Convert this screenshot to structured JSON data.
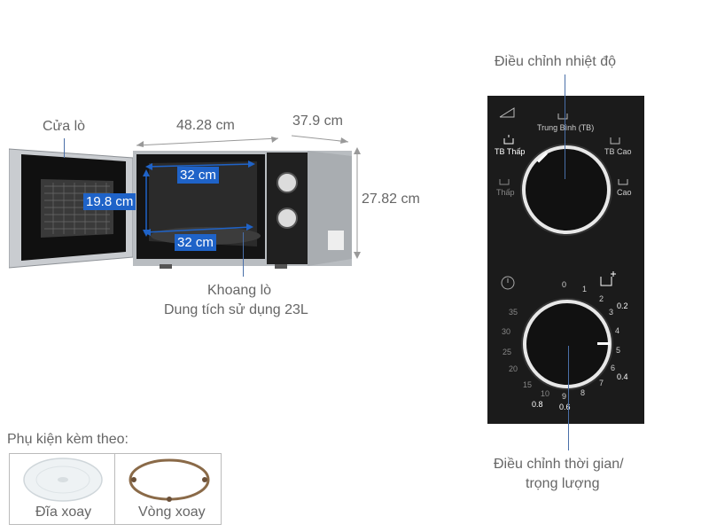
{
  "product": {
    "door_label": "Cửa lò",
    "width": "48.28 cm",
    "depth": "37.9 cm",
    "height": "27.82 cm",
    "cavity_width_top": "32 cm",
    "cavity_height": "19.8 cm",
    "cavity_width_bottom": "32 cm",
    "cavity_label": "Khoang lò",
    "capacity_label": "Dung tích sử dụng 23L"
  },
  "accessories": {
    "heading": "Phụ kiện kèm theo:",
    "items": [
      "Đĩa xoay",
      "Vòng xoay"
    ]
  },
  "panel": {
    "power_label": "Điều chỉnh nhiệt độ",
    "timer_label_line1": "Điều chỉnh thời gian/",
    "timer_label_line2": "trọng lượng",
    "power_levels": {
      "medium": "Trung Bình (TB)",
      "med_low": "TB Thấp",
      "med_high": "TB Cao",
      "low": "Thấp",
      "high": "Cao"
    },
    "timer_minutes": [
      "0",
      "1",
      "2",
      "3",
      "4",
      "5",
      "6",
      "7",
      "8",
      "9",
      "10",
      "15",
      "20",
      "25",
      "30",
      "35"
    ],
    "timer_weights": [
      "0.2",
      "0.4",
      "0.6",
      "0.8"
    ]
  },
  "colors": {
    "tag_blue": "#1f63c8",
    "panel_black": "#1b1b1b",
    "oven_silver": "#b9bdc1"
  }
}
